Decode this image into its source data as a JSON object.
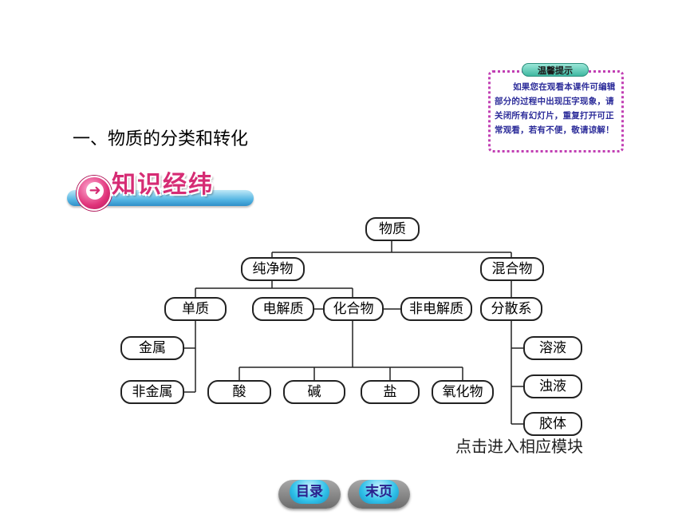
{
  "tip": {
    "title": "温馨提示",
    "body": "如果您在观看本课件可编辑部分的过程中出现压字现象，请关闭所有幻灯片，重复打开可正常观看，若有不便，敬请谅解！"
  },
  "heading": "一、物质的分类和转化",
  "banner": {
    "label": "知识经纬",
    "arrow": "➜"
  },
  "nodes": {
    "matter": "物质",
    "pure": "纯净物",
    "mixture": "混合物",
    "element": "单质",
    "electrolyte": "电解质",
    "compound": "化合物",
    "nonelectrolyte": "非电解质",
    "dispersion": "分散系",
    "metal": "金属",
    "nonmetal": "非金属",
    "acid": "酸",
    "base": "碱",
    "salt": "盐",
    "oxide": "氧化物",
    "solution": "溶液",
    "suspension": "浊液",
    "colloid": "胶体"
  },
  "hint": "点击进入相应模块",
  "buttons": {
    "contents": "目录",
    "last_page": "末页"
  }
}
